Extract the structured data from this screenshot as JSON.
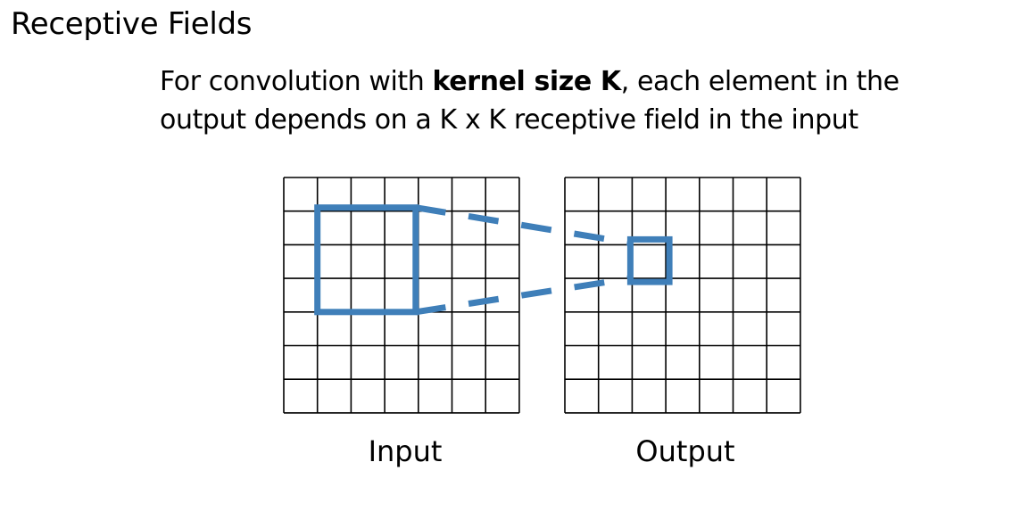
{
  "title": "Receptive Fields",
  "description": {
    "line1_pre": "For convolution with ",
    "line1_bold": "kernel size K",
    "line1_post": ", each element in the",
    "line2": "output depends on a K x K receptive field in the input"
  },
  "diagram": {
    "input_grid": {
      "label": "Input",
      "rows": 7,
      "cols": 7
    },
    "output_grid": {
      "label": "Output",
      "rows": 7,
      "cols": 7
    },
    "receptive_field": {
      "size": 3,
      "start_row": 1,
      "start_col": 1
    },
    "output_cell": {
      "row": 2,
      "col": 2
    },
    "highlight_color": "#3f7fb9",
    "grid_line_color": "#000000"
  }
}
